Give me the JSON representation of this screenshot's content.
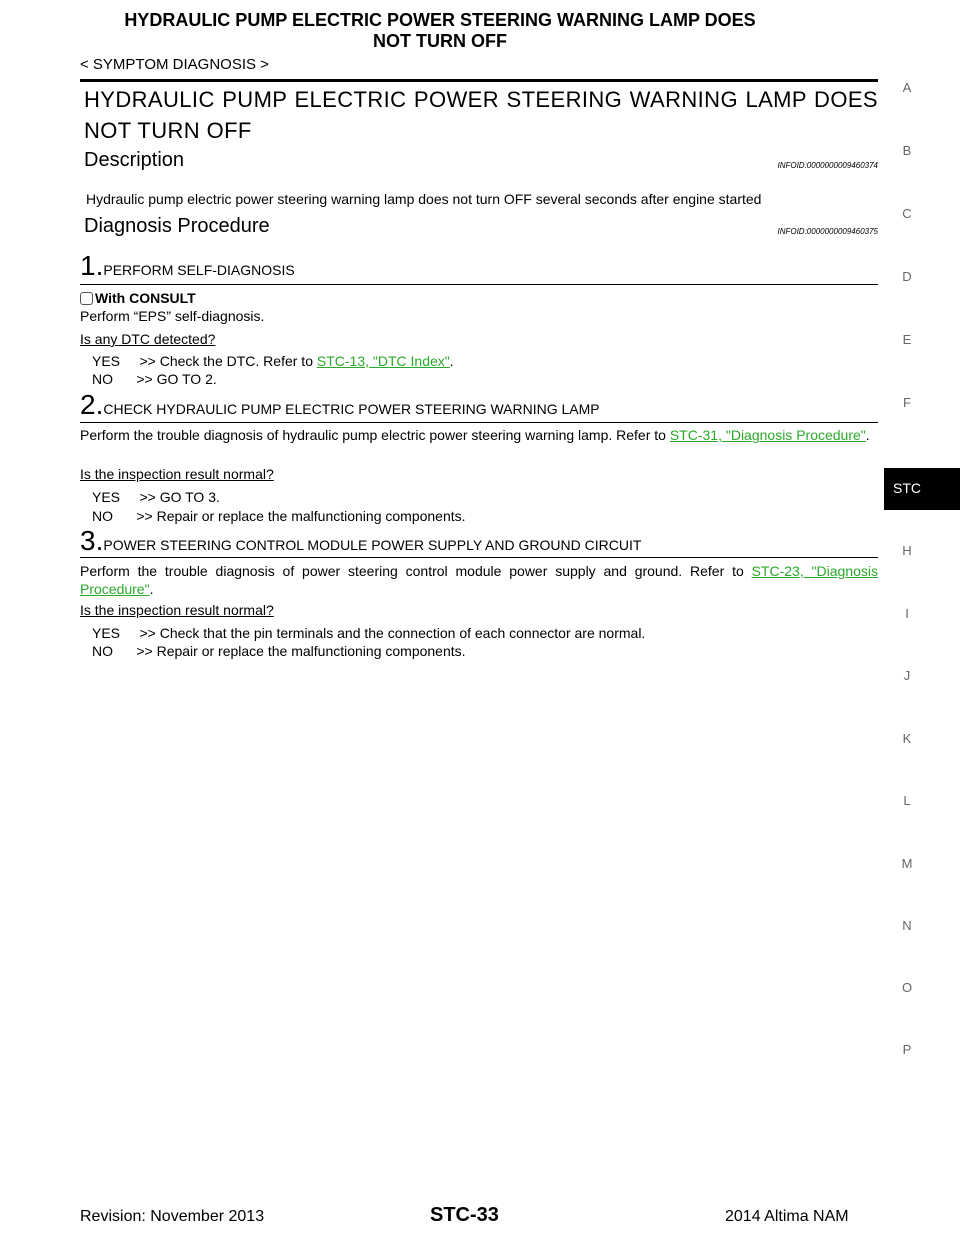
{
  "header": {
    "title_line1": "HYDRAULIC PUMP ELECTRIC POWER STEERING WARNING LAMP DOES",
    "title_line2": "NOT TURN OFF",
    "category": "< SYMPTOM DIAGNOSIS >"
  },
  "main_title": "HYDRAULIC PUMP ELECTRIC POWER STEERING WARNING LAMP DOES NOT TURN OFF",
  "description": {
    "heading": "Description",
    "infoid": "INFOID:0000000009460374",
    "text": "Hydraulic pump electric power steering warning lamp does not turn OFF several seconds after engine started"
  },
  "diagnosis": {
    "heading": "Diagnosis Procedure",
    "infoid": "INFOID:0000000009460375"
  },
  "step1": {
    "num": "1.",
    "title": "PERFORM SELF-DIAGNOSIS",
    "consult_label": "With CONSULT",
    "instruction": "Perform “EPS” self-diagnosis.",
    "question": "Is any DTC detected?",
    "yes_prefix": "YES     >> Check the DTC. Refer to ",
    "yes_link": "STC-13, \"DTC Index\"",
    "yes_suffix": ".",
    "no": "NO      >> GO TO 2."
  },
  "step2": {
    "num": "2.",
    "title": "CHECK HYDRAULIC PUMP ELECTRIC POWER STEERING WARNING LAMP",
    "text": "Perform the trouble diagnosis of hydraulic pump electric power steering warning lamp. Refer to ",
    "link": "STC-31, \"Diagnosis Procedure\"",
    "suffix": ".",
    "question": "Is the inspection result normal?",
    "yes": "YES     >> GO TO 3.",
    "no": "NO      >> Repair or replace the malfunctioning components."
  },
  "step3": {
    "num": "3.",
    "title": "POWER STEERING CONTROL MODULE POWER SUPPLY AND GROUND CIRCUIT",
    "text": "Perform the trouble diagnosis of power steering control module power supply and ground. Refer to ",
    "link": "STC-23, \"Diagnosis Procedure\"",
    "suffix": ".",
    "question": "Is the inspection result normal?",
    "yes": "YES     >> Check that the pin terminals and the connection of each connector are normal.",
    "no": "NO      >> Repair or replace the malfunctioning components."
  },
  "side_index": [
    "A",
    "B",
    "C",
    "D",
    "E",
    "F",
    "STC",
    "H",
    "I",
    "J",
    "K",
    "L",
    "M",
    "N",
    "O",
    "P"
  ],
  "side_active": "STC",
  "footer": {
    "revision": "Revision: November 2013",
    "page": "STC-33",
    "model": "2014 Altima NAM"
  }
}
